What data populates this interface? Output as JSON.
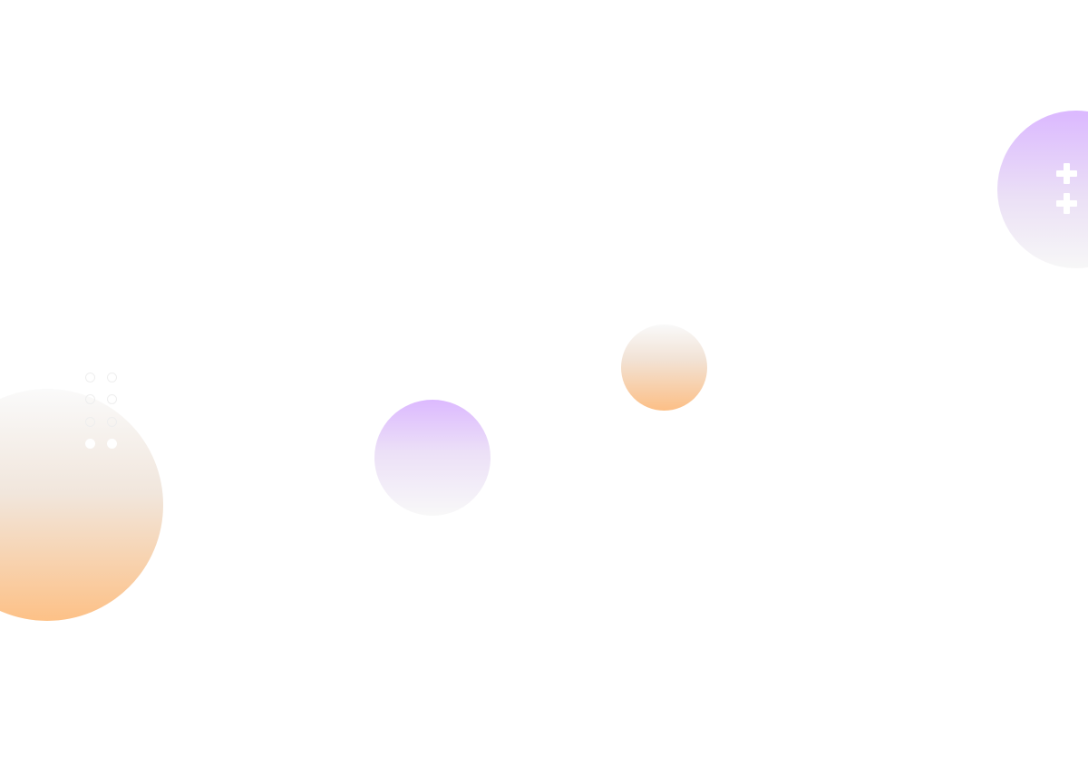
{
  "palette": {
    "background": "#ffffff",
    "orange": "#fdc187",
    "purple": "#dcb9ff",
    "light_gray": "#f8f8f8"
  },
  "decorations": {
    "circles": [
      {
        "name": "large-orange-circle",
        "color": "#fdc187"
      },
      {
        "name": "medium-purple-circle",
        "color": "#dcb9ff"
      },
      {
        "name": "small-orange-circle",
        "color": "#fcbf86"
      },
      {
        "name": "right-purple-circle",
        "color": "#dbb8ff"
      }
    ],
    "dot_grid": {
      "columns": 2,
      "rows": 4
    },
    "plus_icons": 2
  }
}
